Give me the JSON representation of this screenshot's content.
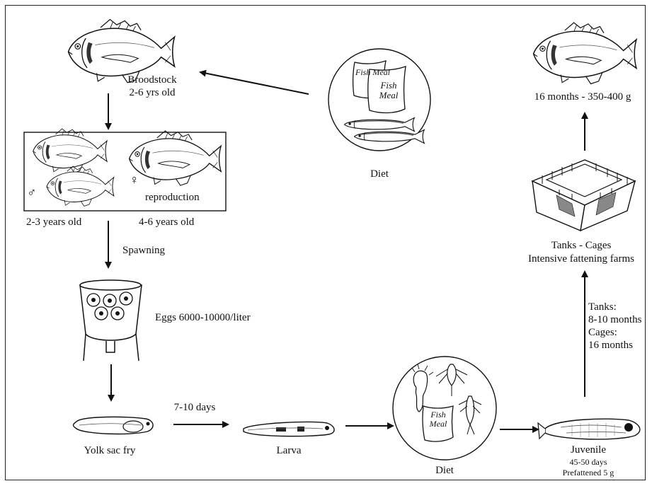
{
  "broodstock": {
    "title": "Broodstock",
    "age": "2-6 yrs old"
  },
  "reproduction_box": {
    "male_symbol": "♂",
    "female_symbol": "♀",
    "label": "reproduction",
    "male_age": "2-3 years old",
    "female_age": "4-6 years old"
  },
  "spawning": "Spawning",
  "eggs": "Eggs 6000-10000/liter",
  "yolk_sac_fry": "Yolk sac fry",
  "larva_interval": "7-10 days",
  "larva": "Larva",
  "diet_top": {
    "label": "Diet",
    "bag1": "Fish Meal",
    "bag2": "Fish Meal"
  },
  "diet_bottom": {
    "label": "Diet",
    "bag": "Fish Meal"
  },
  "juvenile": {
    "title": "Juvenile",
    "age": "45-50 days",
    "weight": "Prefattened 5 g"
  },
  "grow_out": {
    "tanks_label": "Tanks:",
    "tanks_time": "8-10 months",
    "cages_label": "Cages:",
    "cages_time": "16 months"
  },
  "farms": {
    "line1": "Tanks - Cages",
    "line2": "Intensive fattening farms"
  },
  "market": "16 months - 350-400 g"
}
